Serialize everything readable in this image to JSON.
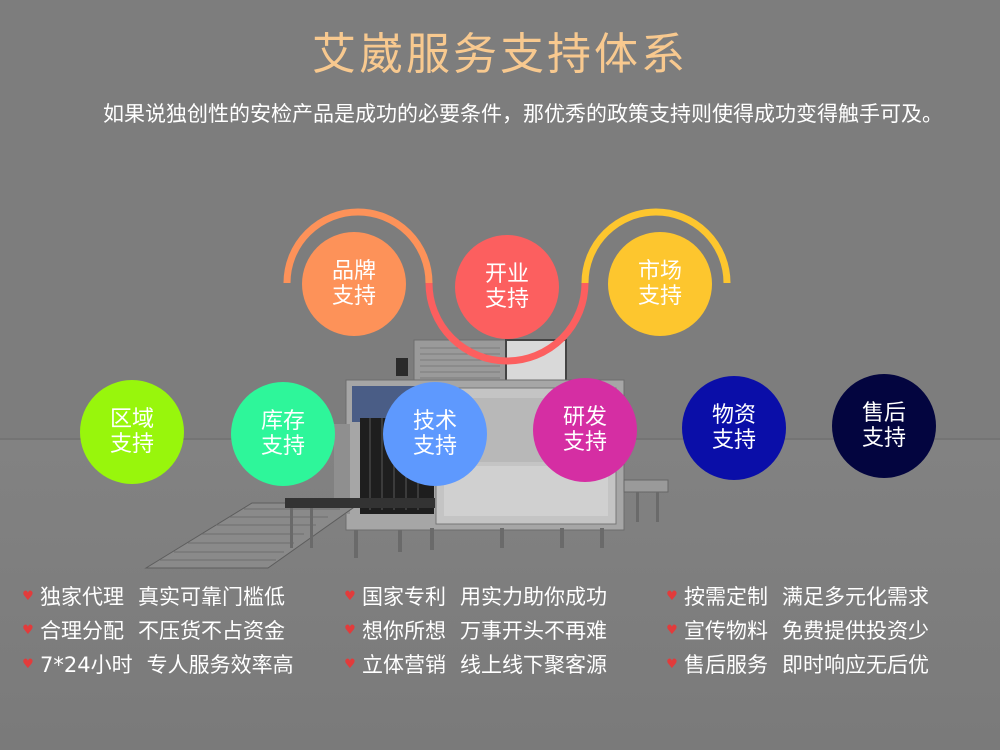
{
  "header": {
    "title": "艾崴服务支持体系",
    "intro": "如果说独创性的安检产品是成功的必要条件，那优秀的政策支持则使得成功变得触手可及。"
  },
  "colors": {
    "title": "#f8c98f",
    "brand_support": "#fd9259",
    "opening_support": "#fc5f5f",
    "market_support": "#fdc62e",
    "region_support": "#98f60c",
    "inventory_support": "#2ef69a",
    "tech_support": "#5e99fe",
    "rnd_support": "#d52ea3",
    "material_support": "#0a0ea8",
    "aftersales_support": "#03053f",
    "bullet_heart": "#e23b3b"
  },
  "top_circles": [
    {
      "line1": "品牌",
      "line2": "支持",
      "color": "#fd9259"
    },
    {
      "line1": "开业",
      "line2": "支持",
      "color": "#fc5f5f"
    },
    {
      "line1": "市场",
      "line2": "支持",
      "color": "#fdc62e"
    }
  ],
  "bottom_circles": [
    {
      "line1": "区域",
      "line2": "支持",
      "color": "#98f60c"
    },
    {
      "line1": "库存",
      "line2": "支持",
      "color": "#2ef69a"
    },
    {
      "line1": "技术",
      "line2": "支持",
      "color": "#5e99fe"
    },
    {
      "line1": "研发",
      "line2": "支持",
      "color": "#d52ea3"
    },
    {
      "line1": "物资",
      "line2": "支持",
      "color": "#0a0ea8"
    },
    {
      "line1": "售后",
      "line2": "支持",
      "color": "#03053f"
    }
  ],
  "features": [
    [
      {
        "key": "独家代理",
        "desc": "真实可靠门槛低"
      },
      {
        "key": "合理分配",
        "desc": "不压货不占资金"
      },
      {
        "key": "7*24小时",
        "desc": "专人服务效率高"
      }
    ],
    [
      {
        "key": "国家专利",
        "desc": "用实力助你成功"
      },
      {
        "key": "想你所想",
        "desc": "万事开头不再难"
      },
      {
        "key": "立体营销",
        "desc": "线上线下聚客源"
      }
    ],
    [
      {
        "key": "按需定制",
        "desc": "满足多元化需求"
      },
      {
        "key": "宣传物料",
        "desc": "免费提供投资少"
      },
      {
        "key": "售后服务",
        "desc": "即时响应无后优"
      }
    ]
  ],
  "icons": {
    "bullet": "♥"
  }
}
